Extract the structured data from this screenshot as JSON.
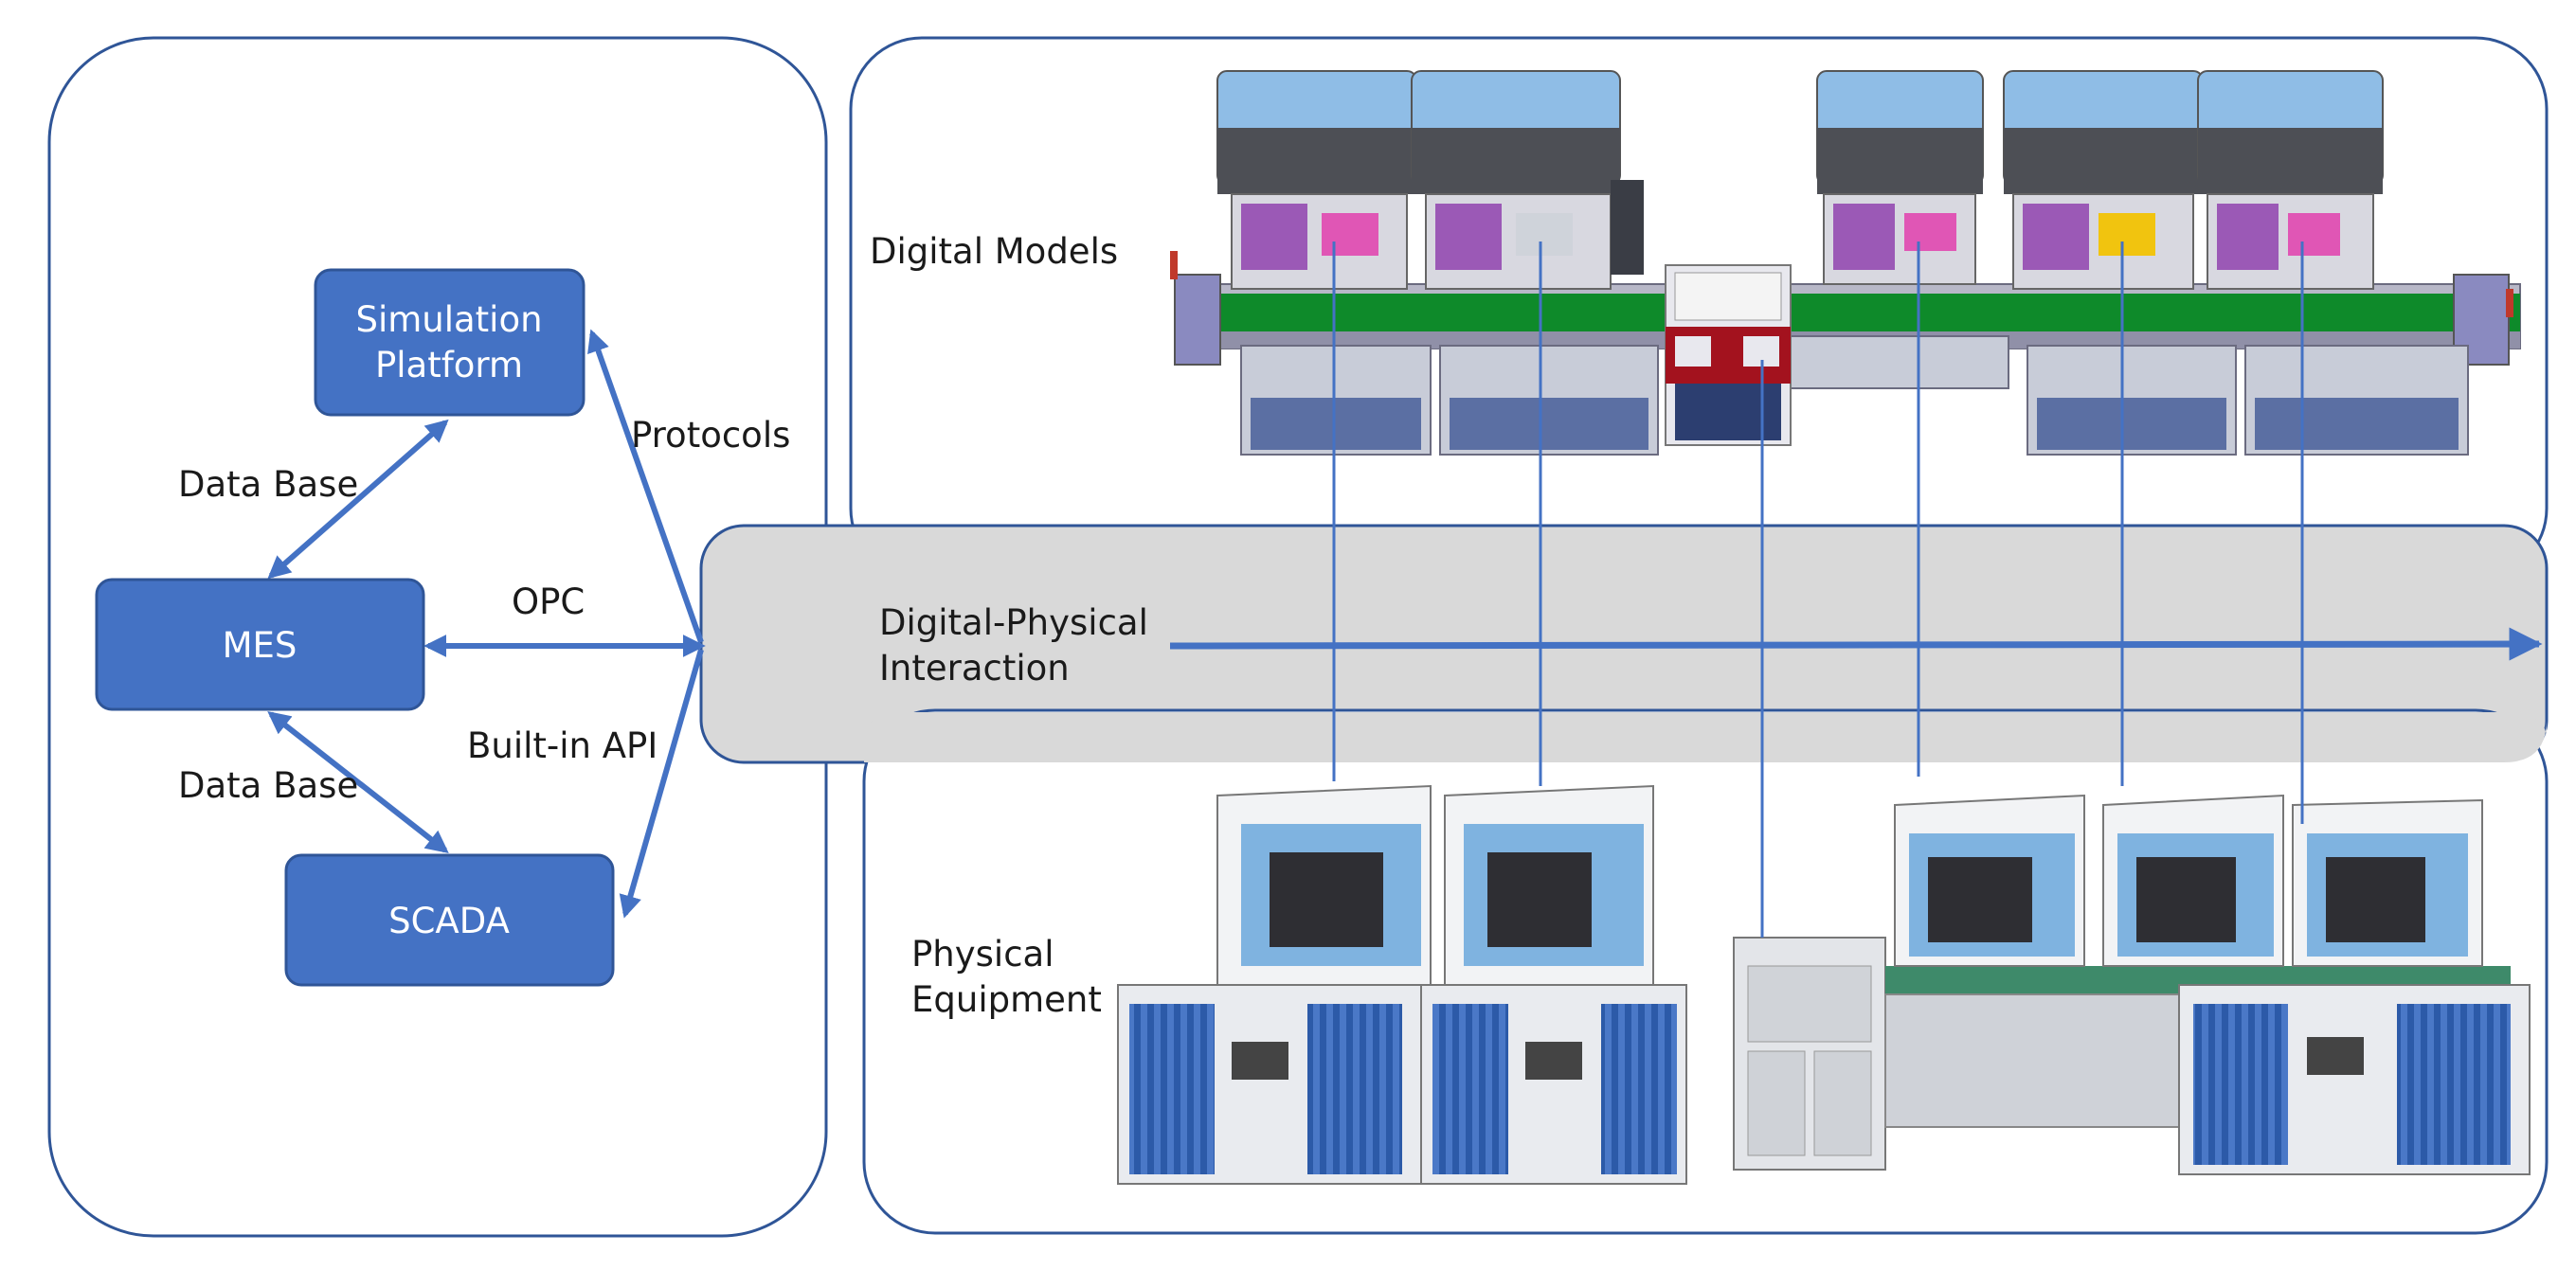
{
  "nodes": {
    "simulation": {
      "line1": "Simulation",
      "line2": "Platform"
    },
    "mes": {
      "label": "MES"
    },
    "scada": {
      "label": "SCADA"
    }
  },
  "edges": {
    "sim_mes": "Data Base",
    "mes_scada": "Data Base",
    "protocols": "Protocols",
    "opc": "OPC",
    "api": "Built-in API"
  },
  "regions": {
    "digital_models": "Digital Models",
    "interaction_line1": "Digital-Physical",
    "interaction_line2": "Interaction",
    "physical_line1": "Physical",
    "physical_line2": "Equipment"
  },
  "colors": {
    "box_fill": "#4472c4",
    "box_stroke": "#2f5597",
    "frame_stroke": "#2f5597",
    "arrow": "#4472c4",
    "band_fill": "#d9d9d9"
  }
}
